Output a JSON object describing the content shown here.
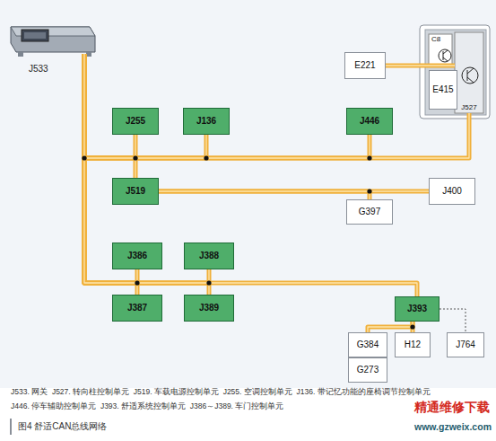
{
  "diagram": {
    "caption": "图4 舒适CAN总线网络",
    "nodes": [
      {
        "text": [
          "J533"
        ]
      },
      {
        "text": [
          "E221"
        ]
      },
      {
        "text": [
          "C8"
        ]
      },
      {
        "text": [
          "E415"
        ]
      },
      {
        "text": [
          "J527"
        ]
      },
      {
        "text": [
          "J255"
        ]
      },
      {
        "text": [
          "J136"
        ]
      },
      {
        "text": [
          "J446"
        ]
      },
      {
        "text": [
          "J519"
        ]
      },
      {
        "text": [
          "J400"
        ]
      },
      {
        "text": [
          "G397"
        ]
      },
      {
        "text": [
          "J386"
        ]
      },
      {
        "text": [
          "J388"
        ]
      },
      {
        "text": [
          "J387"
        ]
      },
      {
        "text": [
          "J389"
        ]
      },
      {
        "text": [
          "J393"
        ]
      },
      {
        "text": [
          "G384"
        ]
      },
      {
        "text": [
          "G273"
        ]
      },
      {
        "text": [
          "H12"
        ]
      },
      {
        "text": [
          "J764"
        ]
      }
    ],
    "edges": [
      {
        "from": 0,
        "to": 5,
        "arrow": "none"
      },
      {
        "from": 0,
        "to": 6,
        "arrow": "none"
      },
      {
        "from": 0,
        "to": 7,
        "arrow": "none"
      },
      {
        "from": 0,
        "to": 4,
        "arrow": "none"
      },
      {
        "from": 0,
        "to": 8,
        "arrow": "none"
      },
      {
        "from": 1,
        "to": 4,
        "arrow": "none"
      },
      {
        "from": 8,
        "to": 9,
        "arrow": "none"
      },
      {
        "from": 8,
        "to": 10,
        "arrow": "none"
      },
      {
        "from": 0,
        "to": 11,
        "arrow": "none"
      },
      {
        "from": 0,
        "to": 13,
        "arrow": "none"
      },
      {
        "from": 0,
        "to": 12,
        "arrow": "none"
      },
      {
        "from": 0,
        "to": 14,
        "arrow": "none"
      },
      {
        "from": 0,
        "to": 15,
        "arrow": "none"
      },
      {
        "from": 15,
        "to": 16,
        "arrow": "none"
      },
      {
        "from": 15,
        "to": 18,
        "arrow": "none"
      },
      {
        "from": 15,
        "to": 19,
        "arrow": "none"
      }
    ],
    "labels": [
      "J533. 网关  J527. 转向柱控制单元  J519. 车载电源控制单元  J255. 空调控制单元  J136. 带记忆功能的座椅调节控制单元",
      "J446. 停车辅助控制单元  J393. 舒适系统控制单元  J386～J389. 车门控制单元",
      "精通维修下载",
      "www.gzweix.com"
    ]
  }
}
